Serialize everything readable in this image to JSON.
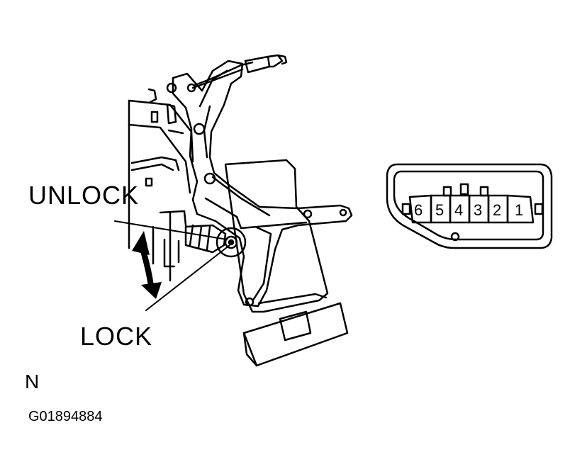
{
  "labels": {
    "unlock": "UNLOCK",
    "lock": "LOCK",
    "position": "N",
    "figure_code": "G01894884"
  },
  "connector": {
    "pins": [
      "6",
      "5",
      "4",
      "3",
      "2",
      "1"
    ]
  },
  "colors": {
    "ink": "#000000",
    "background": "#ffffff"
  }
}
